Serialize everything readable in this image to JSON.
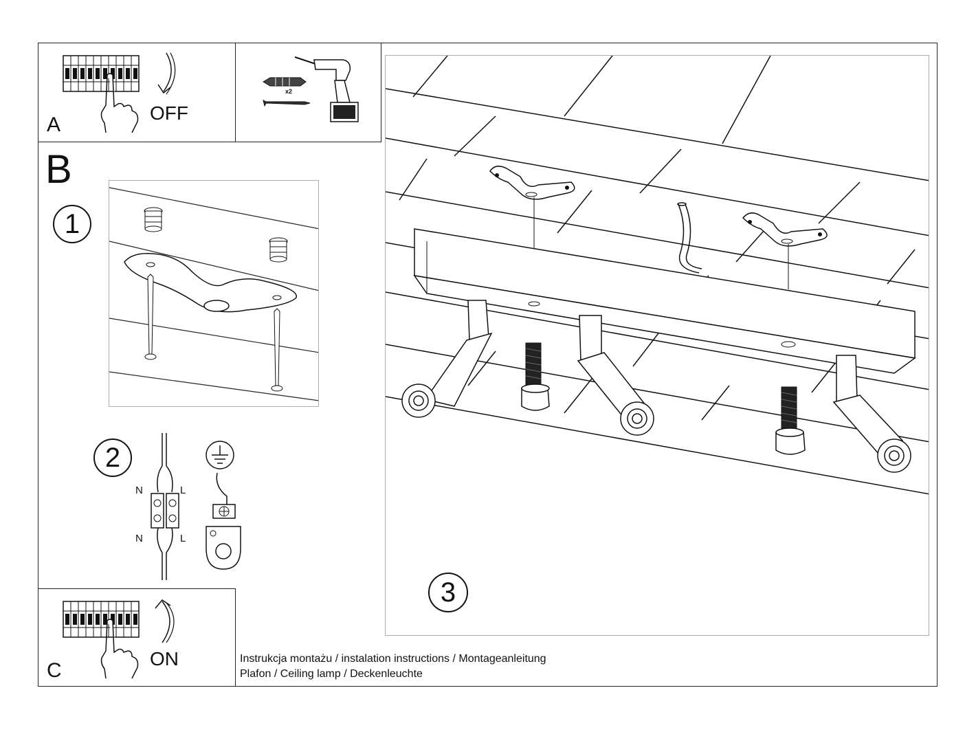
{
  "panel_a": {
    "letter": "A",
    "switch_label": "OFF",
    "anchor_count": "x2"
  },
  "panel_b": {
    "letter": "B",
    "step1": "1",
    "step2": "2",
    "wiring": {
      "n_top": "N",
      "l_top": "L",
      "n_bottom": "N",
      "l_bottom": "L"
    }
  },
  "panel_c": {
    "letter": "C",
    "switch_label": "ON"
  },
  "step3": {
    "number": "3"
  },
  "caption": {
    "line1": "Instrukcja montażu / instalation instructions / Montageanleitung",
    "line2": "Plafon / Ceiling lamp / Deckenleuchte"
  },
  "icons": [
    "circuit-breaker-icon",
    "hand-icon",
    "curved-arrow-down-icon",
    "drill-icon",
    "wall-plug-icon",
    "screw-icon",
    "earth-ground-icon",
    "terminal-block-icon",
    "ground-terminal-icon",
    "mounting-bracket-icon",
    "ceiling-lamp-icon",
    "bolt-icon",
    "cable-icon",
    "curved-arrow-up-icon"
  ]
}
